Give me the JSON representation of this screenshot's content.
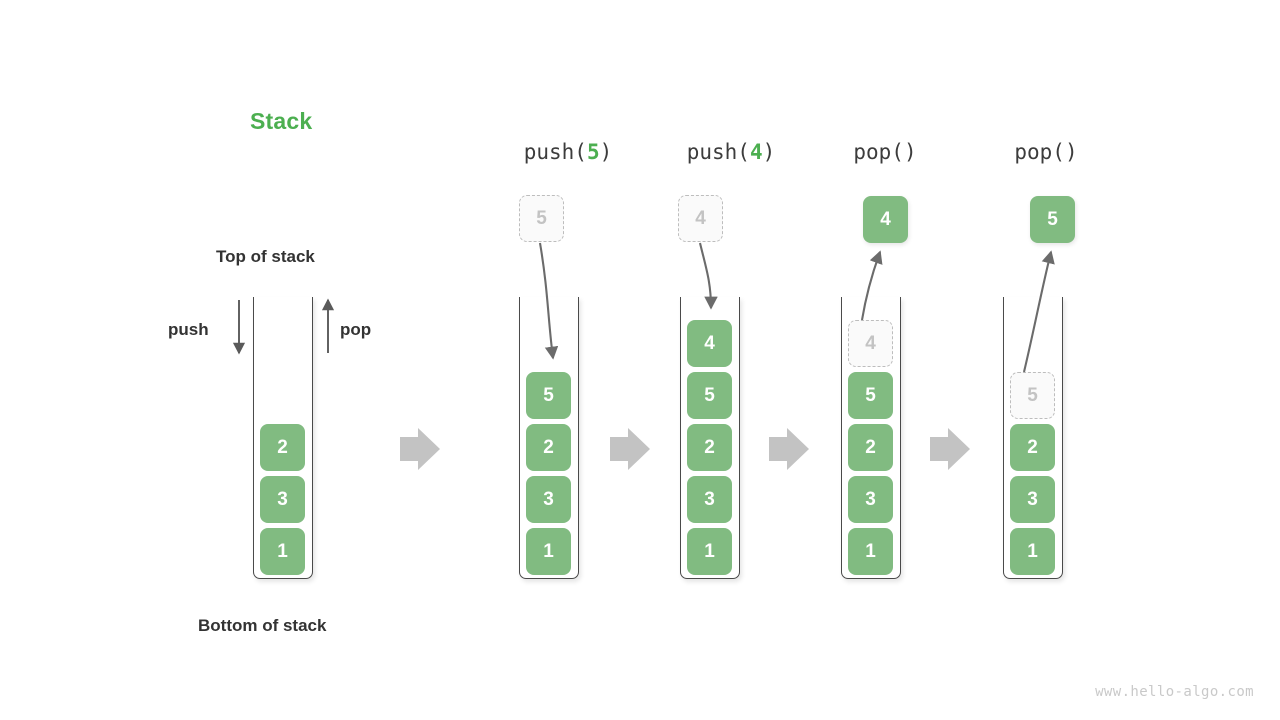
{
  "diagram": {
    "title": "Stack",
    "title_color": "#4caf50",
    "labels": {
      "top_of_stack": "Top of stack",
      "bottom_of_stack": "Bottom of stack",
      "push": "push",
      "pop": "pop"
    },
    "watermark": "www.hello-algo.com",
    "colors": {
      "cell_fill": "#81bb81",
      "cell_text": "#ffffff",
      "ghost_fill": "#fafafa",
      "ghost_border": "#bdbdbd",
      "ghost_text": "#c3c3c3",
      "container_border": "#4a4a4a",
      "flow_arrow": "#c3c3c3",
      "motion_arrow": "#6b6b6b",
      "accent_green": "#4caf50"
    },
    "initial_stack": {
      "name": "initial",
      "cells": [
        "2",
        "3",
        "1"
      ]
    },
    "steps": [
      {
        "op_name": "push",
        "op_text": "push(",
        "op_arg": "5",
        "op_close": ")",
        "incoming_label": "5",
        "incoming_kind": "ghost",
        "cells": [
          "5",
          "2",
          "3",
          "1"
        ]
      },
      {
        "op_name": "push",
        "op_text": "push(",
        "op_arg": "4",
        "op_close": ")",
        "incoming_label": "4",
        "incoming_kind": "ghost",
        "cells": [
          "4",
          "5",
          "2",
          "3",
          "1"
        ]
      },
      {
        "op_name": "pop",
        "op_text": "pop(",
        "op_arg": "",
        "op_close": ")",
        "outgoing_label": "4",
        "outgoing_kind": "solid",
        "ghost_top": "4",
        "cells": [
          "5",
          "2",
          "3",
          "1"
        ]
      },
      {
        "op_name": "pop",
        "op_text": "pop(",
        "op_arg": "",
        "op_close": ")",
        "outgoing_label": "5",
        "outgoing_kind": "solid",
        "ghost_top": "5",
        "cells": [
          "2",
          "3",
          "1"
        ]
      }
    ]
  }
}
